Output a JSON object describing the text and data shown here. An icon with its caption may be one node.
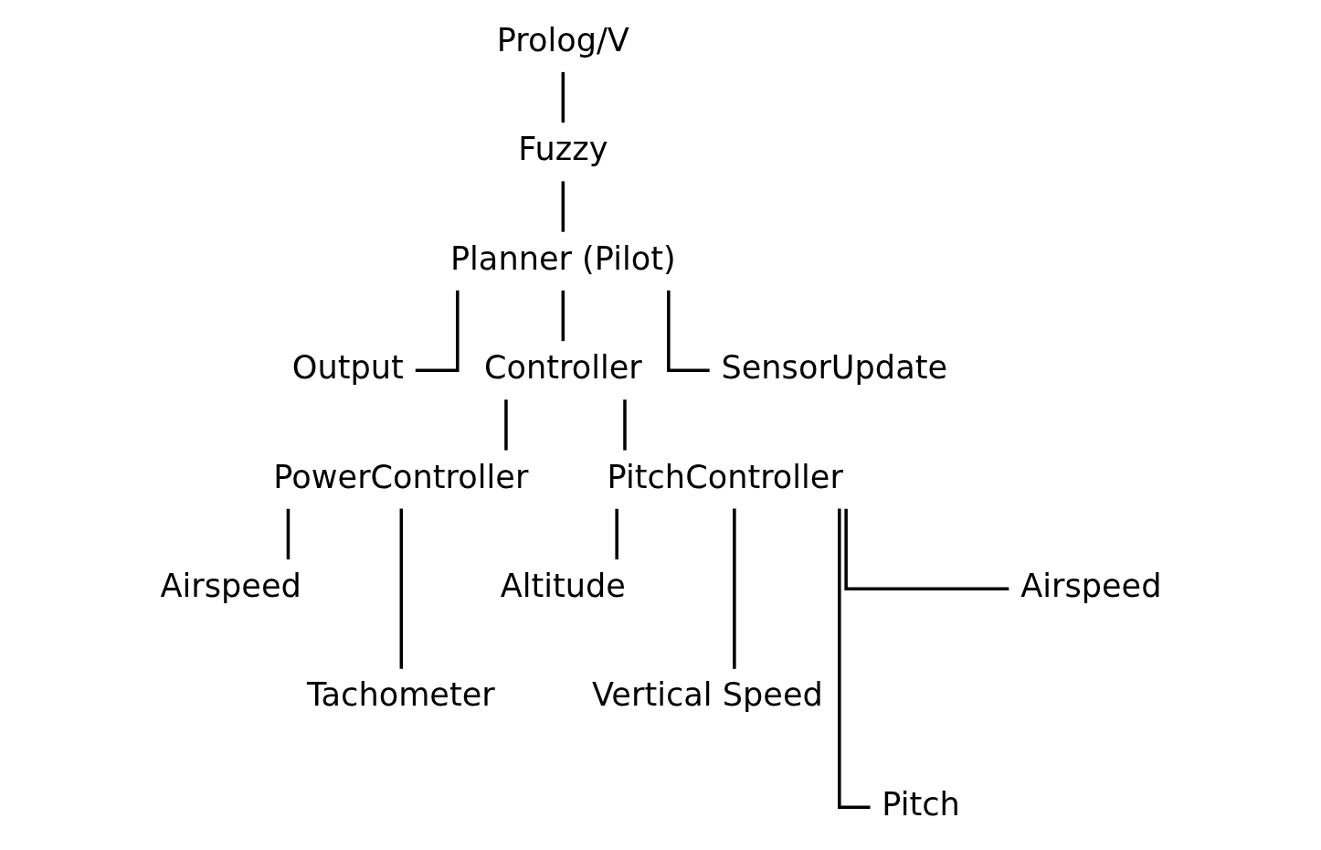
{
  "diagram": {
    "nodes": [
      {
        "text": [
          "Prolog/V"
        ]
      },
      {
        "text": [
          "Fuzzy"
        ]
      },
      {
        "text": [
          "Planner (Pilot)"
        ]
      },
      {
        "text": [
          "Output"
        ]
      },
      {
        "text": [
          "Controller"
        ]
      },
      {
        "text": [
          "SensorUpdate"
        ]
      },
      {
        "text": [
          "PowerController"
        ]
      },
      {
        "text": [
          "PitchController"
        ]
      },
      {
        "text": [
          "Airspeed"
        ]
      },
      {
        "text": [
          "Tachometer"
        ]
      },
      {
        "text": [
          "Altitude"
        ]
      },
      {
        "text": [
          "Vertical Speed"
        ]
      },
      {
        "text": [
          "Pitch"
        ]
      },
      {
        "text": [
          "Airspeed"
        ]
      }
    ],
    "edges": [
      {
        "from": 0,
        "to": 1,
        "arrow": "none"
      },
      {
        "from": 1,
        "to": 2,
        "arrow": "none"
      },
      {
        "from": 2,
        "to": 3,
        "arrow": "none"
      },
      {
        "from": 2,
        "to": 4,
        "arrow": "none"
      },
      {
        "from": 2,
        "to": 5,
        "arrow": "none"
      },
      {
        "from": 4,
        "to": 6,
        "arrow": "none"
      },
      {
        "from": 4,
        "to": 7,
        "arrow": "none"
      },
      {
        "from": 6,
        "to": 8,
        "arrow": "none"
      },
      {
        "from": 6,
        "to": 9,
        "arrow": "none"
      },
      {
        "from": 7,
        "to": 10,
        "arrow": "none"
      },
      {
        "from": 7,
        "to": 11,
        "arrow": "none"
      },
      {
        "from": 7,
        "to": 12,
        "arrow": "none"
      },
      {
        "from": 7,
        "to": 13,
        "arrow": "none"
      }
    ]
  }
}
